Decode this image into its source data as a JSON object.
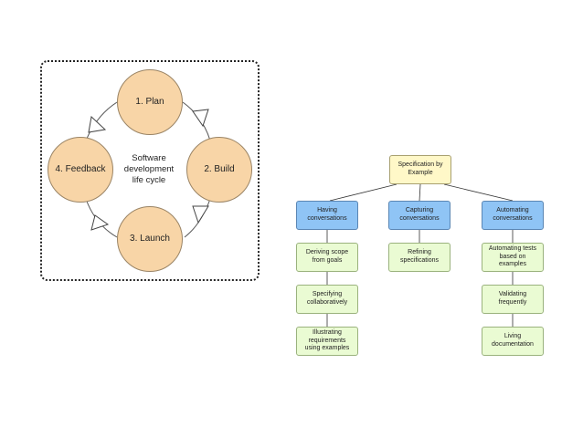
{
  "cycle": {
    "center_label": "Software\ndevelopment\nlife cycle",
    "stages": {
      "plan": "1. Plan",
      "build": "2. Build",
      "launch": "3. Launch",
      "feedback": "4. Feedback"
    }
  },
  "tree": {
    "root": "Specification by\nExample",
    "categories": {
      "conversations": "Having conversations",
      "capturing": "Capturing\nconversations",
      "automating": "Automating\nconversations"
    },
    "children": {
      "deriving_scope": "Deriving scope\nfrom goals",
      "specifying": "Specifying\ncollaboratively",
      "illustrating": "Illustrating\nrequirements\nusing examples",
      "refining": "Refining\nspecifications",
      "automating_tests": "Automating tests\nbased on examples",
      "validating": "Validating\nfrequently",
      "living_doc": "Living\ndocumentation"
    }
  },
  "colors": {
    "circle_fill": "#f8d5a7",
    "root_fill": "#fff8c8",
    "category_fill": "#8fc4f5",
    "leaf_fill": "#eafbd3"
  }
}
